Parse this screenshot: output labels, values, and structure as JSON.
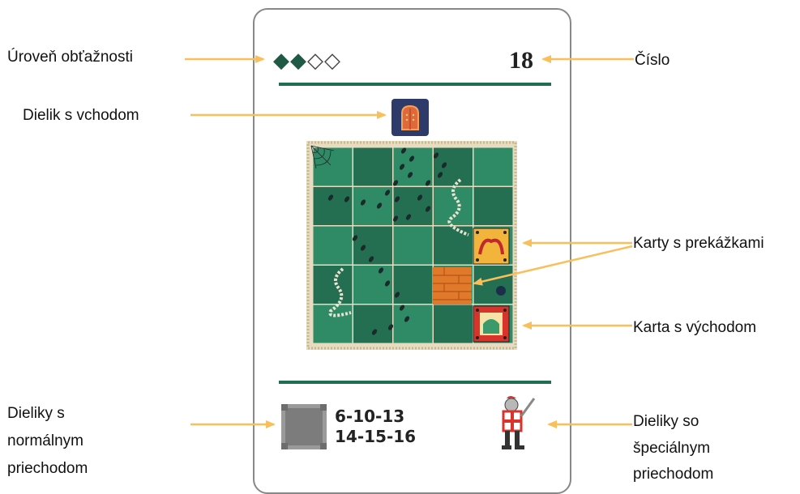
{
  "labels": {
    "difficulty": "Úroveň obťažnosti",
    "number": "Číslo",
    "entry_tile": "Dielik s vchodom",
    "obstacle_cards": "Karty s prekážkami",
    "exit_card": "Karta s východom",
    "normal_tiles_1": "Dieliky s",
    "normal_tiles_2": "normálnym",
    "normal_tiles_3": "priechodom",
    "special_tiles_1": "Dieliky so",
    "special_tiles_2": "špeciálnym",
    "special_tiles_3": "priechodom"
  },
  "card": {
    "difficulty_symbols": [
      "◆",
      "◆",
      "◇",
      "◇"
    ],
    "number": "18",
    "codes_line1": "6-10-13",
    "codes_line2": "14-15-16"
  },
  "colors": {
    "arrow": "#f8bf5a",
    "accent_green": "#1f6e54",
    "board_light": "#2f8a66",
    "board_dark": "#246e52",
    "obstacle_orange": "#e07a2a",
    "entry_blue": "#2d3a6a",
    "exit_red": "#d9342b"
  }
}
